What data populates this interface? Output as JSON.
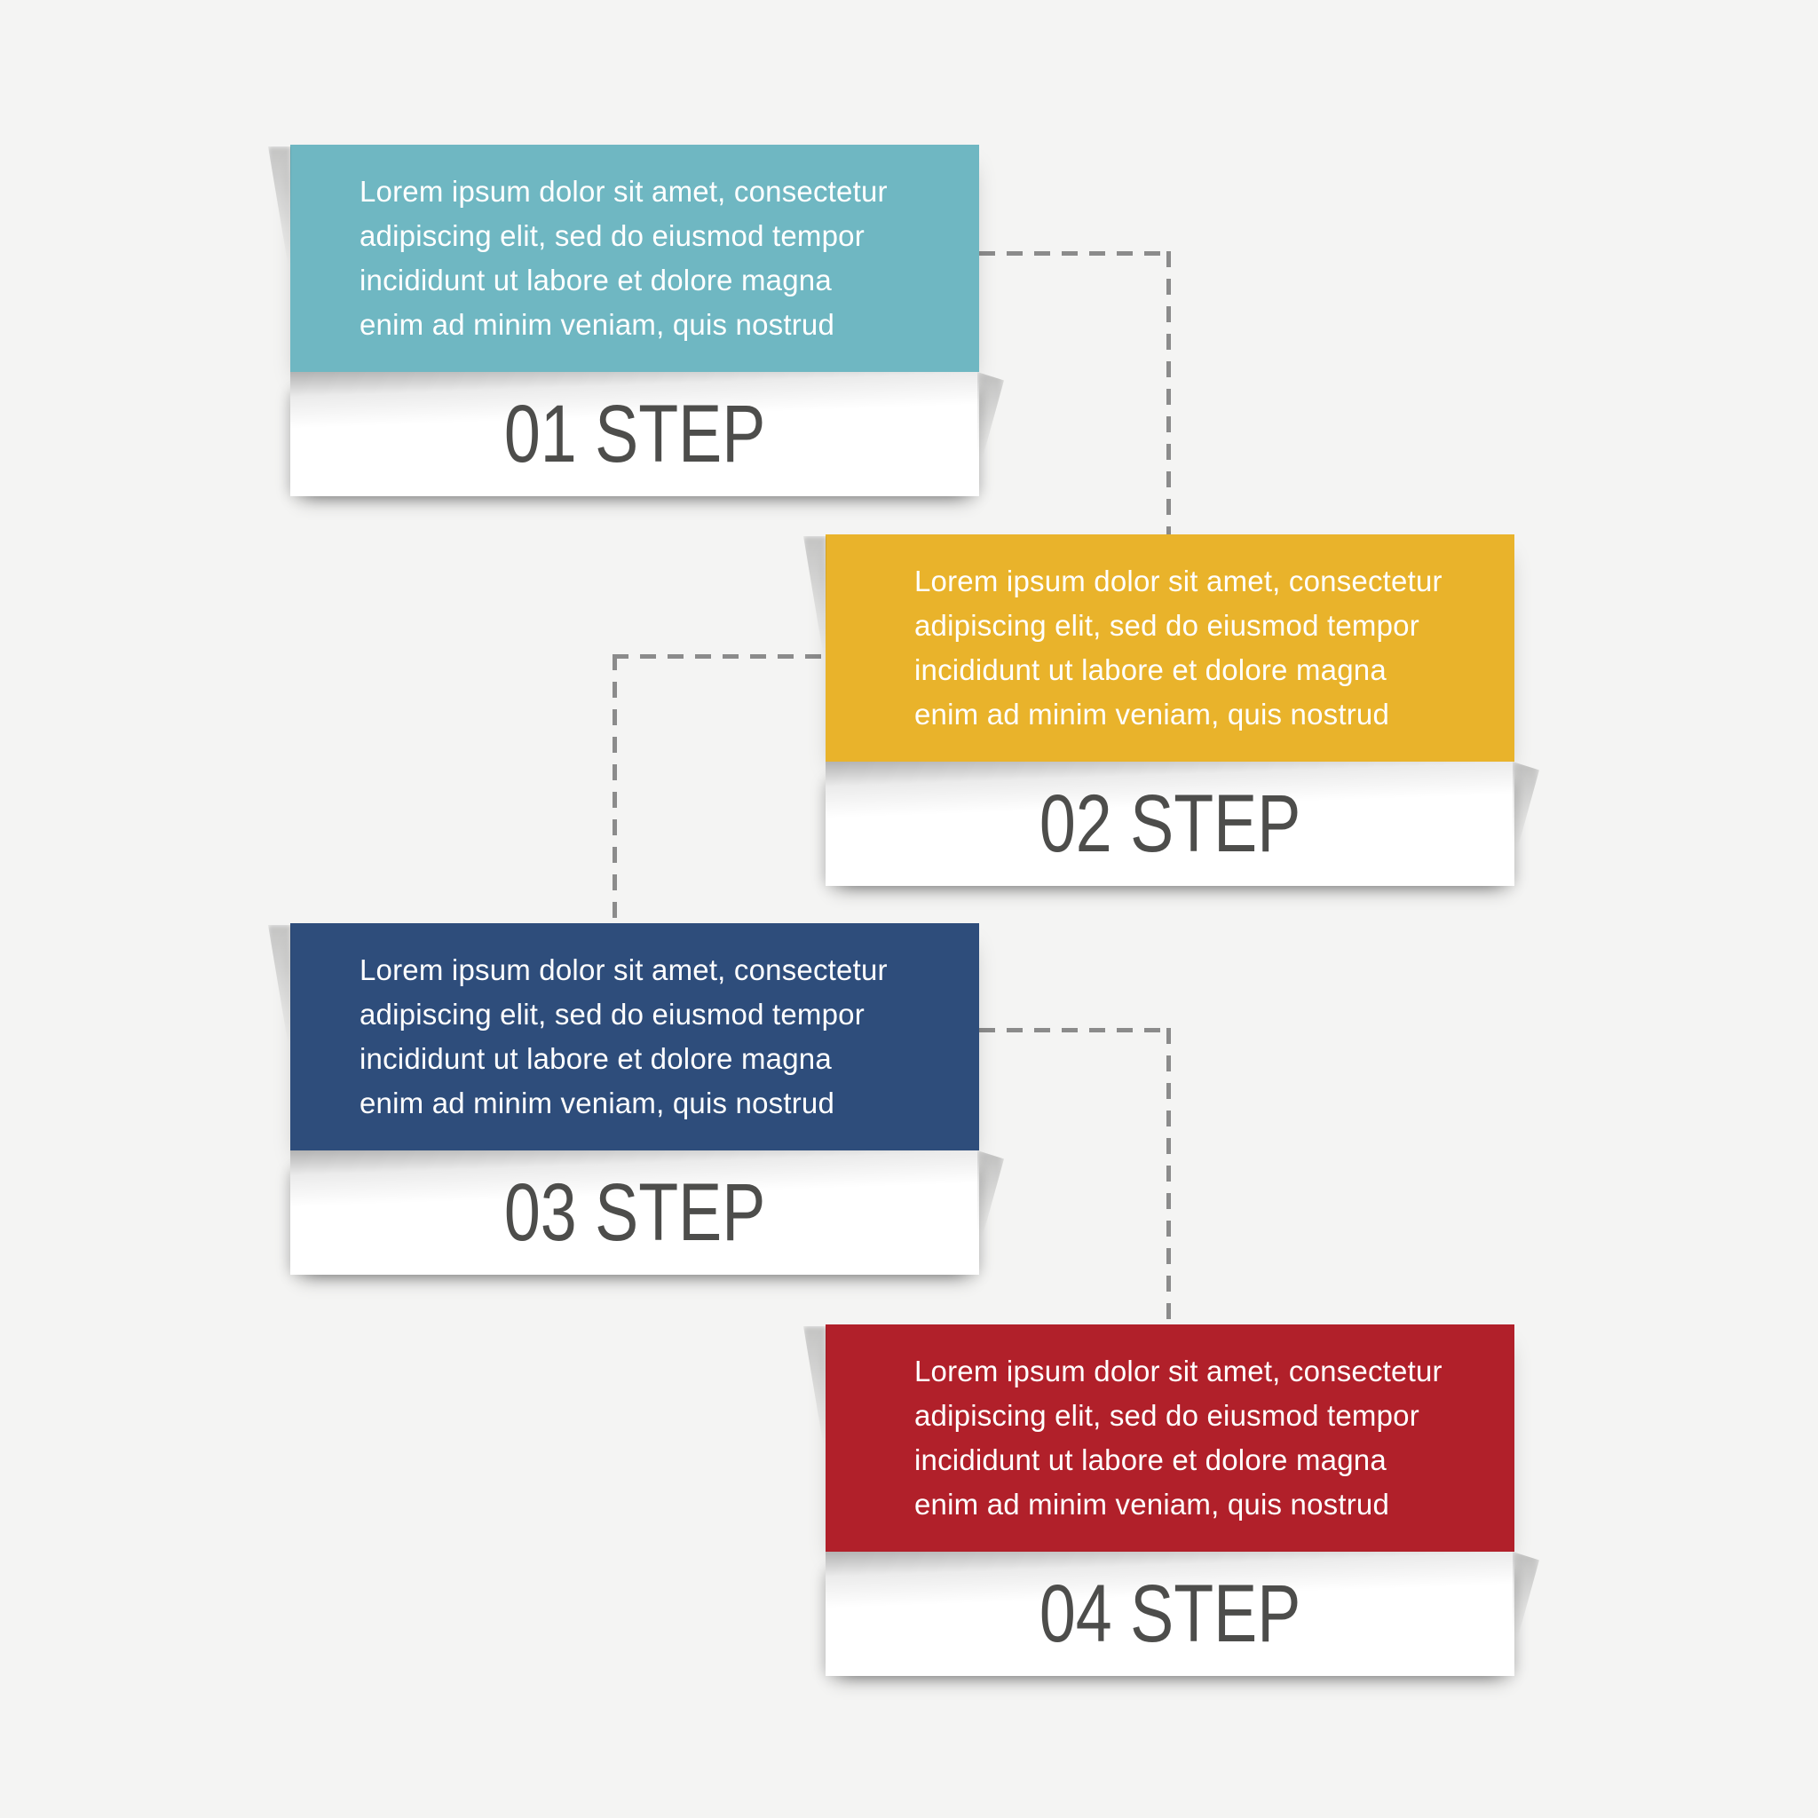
{
  "page": {
    "background": "#f4f4f3"
  },
  "connector": {
    "color": "#8b8b8b"
  },
  "label_style": {
    "text_color": "#4d4d4b",
    "bar_color": "#ffffff"
  },
  "steps": [
    {
      "label": "01 STEP",
      "color": "#6fb7c2",
      "body_lines": [
        "Lorem ipsum dolor sit amet, consectetur",
        "adipiscing elit, sed do eiusmod tempor",
        "incididunt ut labore et dolore magna",
        "enim ad minim veniam, quis nostrud"
      ]
    },
    {
      "label": "02 STEP",
      "color": "#e9b32b",
      "body_lines": [
        "Lorem ipsum dolor sit amet, consectetur",
        "adipiscing elit, sed do eiusmod tempor",
        "incididunt ut labore et dolore magna",
        "enim ad minim veniam, quis nostrud"
      ]
    },
    {
      "label": "03 STEP",
      "color": "#2e4d7b",
      "body_lines": [
        "Lorem ipsum dolor sit amet, consectetur",
        "adipiscing elit, sed do eiusmod tempor",
        "incididunt ut labore et dolore magna",
        "enim ad minim veniam, quis nostrud"
      ]
    },
    {
      "label": "04 STEP",
      "color": "#b1202a",
      "body_lines": [
        "Lorem ipsum dolor sit amet, consectetur",
        "adipiscing elit, sed do eiusmod tempor",
        "incididunt ut labore et dolore magna",
        "enim ad minim veniam, quis nostrud"
      ]
    }
  ]
}
